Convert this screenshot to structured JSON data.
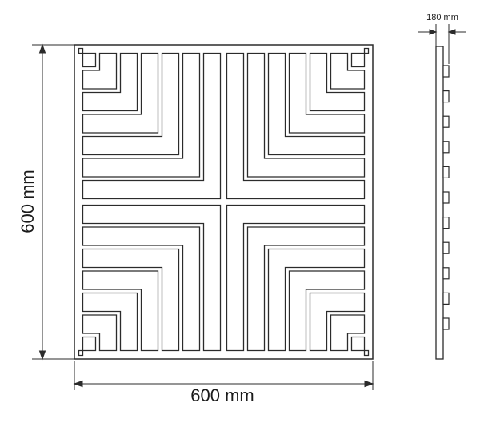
{
  "dimensions": {
    "width_label": "600 mm",
    "height_label": "600 mm",
    "depth_label": "180 mm"
  },
  "panel": {
    "stroke_color": "#2b2b2b",
    "fill_color": "#ffffff",
    "pattern": "concentric-chevrons-four-quadrants",
    "rings_per_quadrant": 7
  },
  "side_view": {
    "tooth_count": 11
  }
}
